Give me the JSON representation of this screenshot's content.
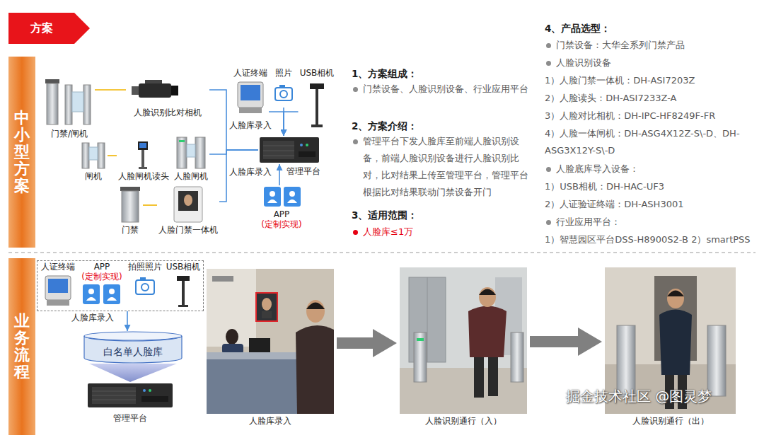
{
  "diagram": {
    "nodes": [
      {
        "text": [
          "方案"
        ]
      },
      {
        "text": [
          "中小型方案"
        ]
      },
      {
        "text": [
          "业务流程"
        ]
      },
      {
        "text": [
          "门禁/闸机"
        ]
      },
      {
        "text": [
          "人脸识别比对相机"
        ]
      },
      {
        "text": [
          "闸机"
        ]
      },
      {
        "text": [
          "人脸闸机读头"
        ]
      },
      {
        "text": [
          "人脸闸机"
        ]
      },
      {
        "text": [
          "门禁"
        ]
      },
      {
        "text": [
          "人脸门禁一体机"
        ]
      },
      {
        "text": [
          "人证终端"
        ]
      },
      {
        "text": [
          "照片"
        ]
      },
      {
        "text": [
          "USB相机"
        ]
      },
      {
        "text": [
          "管理平台"
        ]
      },
      {
        "text": [
          "APP",
          "(定制实现)"
        ]
      },
      {
        "text": [
          "人脸库录入"
        ]
      },
      {
        "text": [
          "人证终端"
        ],
        "in": 15
      },
      {
        "text": [
          "APP",
          "(定制实现)"
        ],
        "in": 15
      },
      {
        "text": [
          "拍照照片"
        ],
        "in": 15
      },
      {
        "text": [
          "USB相机"
        ],
        "in": 15
      },
      {
        "text": [
          "白名单人脸库"
        ]
      },
      {
        "text": [
          "管理平台"
        ]
      },
      {
        "text": [
          "人脸库录入"
        ]
      },
      {
        "text": [
          "人脸识别通行（入）"
        ]
      },
      {
        "text": [
          "人脸识别通行（出）"
        ]
      }
    ],
    "edges": [
      {
        "from": 3,
        "to": 4,
        "arrow": "none"
      },
      {
        "from": 5,
        "to": 6,
        "arrow": "none"
      },
      {
        "from": 8,
        "to": 9,
        "arrow": "none"
      },
      {
        "from": 4,
        "to": 13,
        "arrow": "none"
      },
      {
        "from": 7,
        "to": 13,
        "arrow": "none"
      },
      {
        "from": 9,
        "to": 13,
        "arrow": "none"
      },
      {
        "from": 10,
        "to": 13,
        "arrow": "to"
      },
      {
        "from": 11,
        "to": 13,
        "arrow": "to"
      },
      {
        "from": 12,
        "to": 13,
        "arrow": "to"
      },
      {
        "from": 14,
        "to": 13,
        "arrow": "to"
      },
      {
        "from": 15,
        "to": 20,
        "arrow": "to"
      },
      {
        "from": 20,
        "to": 21,
        "arrow": "to"
      },
      {
        "from": 22,
        "to": 23,
        "arrow": "to"
      },
      {
        "from": 23,
        "to": 24,
        "arrow": "to"
      }
    ],
    "labels": [
      "1、方案组成：",
      "门禁设备、人脸识别设备、行业应用平台",
      "2、方案介绍：",
      "管理平台下发人脸库至前端人脸识别设备，前端人脸识别设备进行人脸识别比对，比对结果上传至管理平台，管理平台根据比对结果联动门禁设备开门",
      "3、适用范围：",
      "人脸库≤1万",
      "4、产品选型：",
      "门禁设备：大华全系列门禁产品",
      "人脸识别设备",
      "1）人脸门禁一体机：DH-ASI7203Z",
      "2）人脸读头：DH-ASI7233Z-A",
      "3）人脸对比相机：DH-IPC-HF8249F-FR",
      "4）人脸一体闸机：DH-ASG4X12Z-S\\-D、DH-ASG3X12Y-S\\-D",
      "人脸底库导入设备：",
      "1）USB相机：DH-HAC-UF3",
      "2）人证验证终端：DH-ASH3001",
      "行业应用平台：",
      "1）智慧园区平台DSS-H8900S2-B 2）smartPSS",
      "人脸库录入",
      "人脸库录入",
      "掘金技术社区 @图灵梦"
    ]
  }
}
